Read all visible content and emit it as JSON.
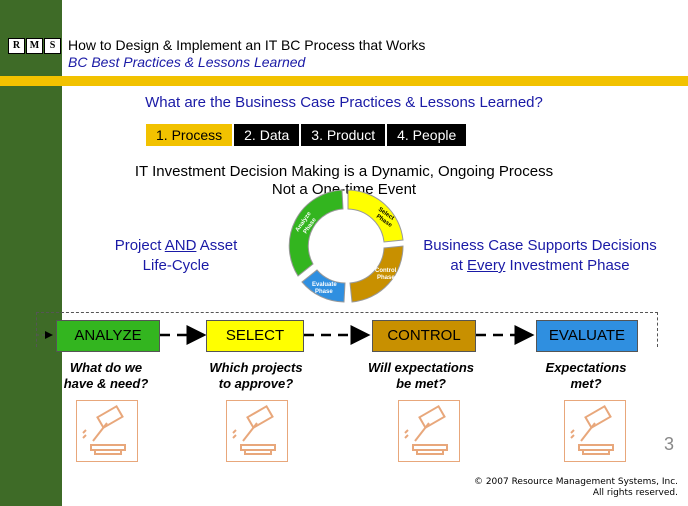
{
  "logo": {
    "letters": [
      "R",
      "M",
      "S"
    ]
  },
  "header": {
    "title": "How to Design & Implement an IT BC Process that Works",
    "subtitle": "BC Best Practices & Lessons Learned"
  },
  "question": "What are the Business Case Practices & Lessons Learned?",
  "tabs": [
    {
      "label": "1. Process",
      "active": true
    },
    {
      "label": "2. Data",
      "active": false
    },
    {
      "label": "3. Product",
      "active": false
    },
    {
      "label": "4. People",
      "active": false
    }
  ],
  "statement": {
    "line1": "IT Investment Decision Making is a Dynamic, Ongoing Process",
    "line2": "Not a One-time Event"
  },
  "left_note": {
    "pre": "Project ",
    "emph": "AND",
    "post": " Asset",
    "line2": "Life-Cycle"
  },
  "right_note": {
    "line1": "Business Case Supports Decisions",
    "pre": "at ",
    "emph": "Every",
    "post": " Investment Phase"
  },
  "cycle": {
    "select": [
      "Select",
      "Phase"
    ],
    "analyze": [
      "Analyze",
      "Phase"
    ],
    "control": [
      "Control",
      "Phase"
    ],
    "evaluate": [
      "Evaluate",
      "Phase"
    ]
  },
  "phases": [
    {
      "label": "ANALYZE",
      "color": "#33b51f",
      "q1": "What do we",
      "q2": "have & need?"
    },
    {
      "label": "SELECT",
      "color": "#ffff00",
      "q1": "Which projects",
      "q2": "to approve?"
    },
    {
      "label": "CONTROL",
      "color": "#c89000",
      "q1": "Will expectations",
      "q2": "be met?"
    },
    {
      "label": "EVALUATE",
      "color": "#2f8fe0",
      "q1": "Expectations",
      "q2": "met?"
    }
  ],
  "icons": {
    "gavel": "gavel-icon"
  },
  "page_number": "3",
  "copyright": {
    "line1": "© 2007 Resource Management Systems, Inc.",
    "line2": "All rights reserved."
  }
}
